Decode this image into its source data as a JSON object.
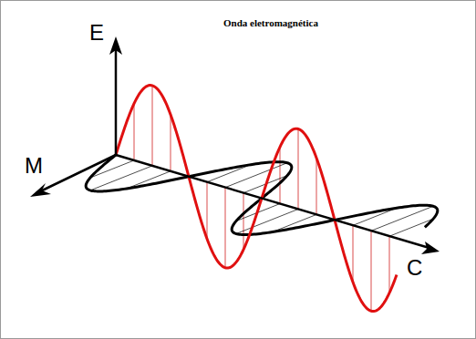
{
  "diagram": {
    "title": "Onda eletromagnética",
    "labels": [
      "E",
      "M",
      "C"
    ]
  }
}
